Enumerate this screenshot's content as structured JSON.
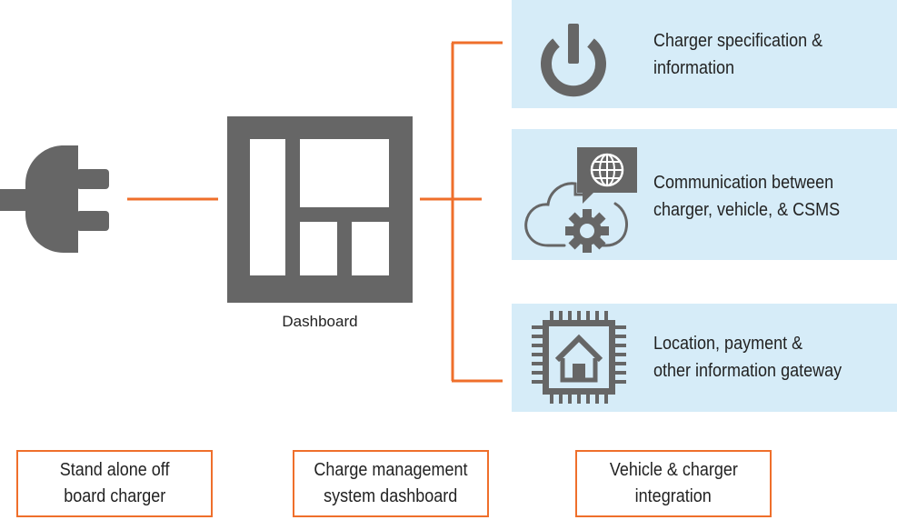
{
  "colors": {
    "accent": "#ef6f2b",
    "icon_gray": "#666666",
    "panel_bg": "#d6ecf8",
    "text": "#222222"
  },
  "dashboard": {
    "label": "Dashboard"
  },
  "features": [
    {
      "line1": "Charger specification &",
      "line2": "information",
      "icon": "power-icon"
    },
    {
      "line1": "Communication between",
      "line2": "charger, vehicle, & CSMS",
      "icon": "cloud-gear-globe-icon"
    },
    {
      "line1": "Location, payment &",
      "line2": "other information gateway",
      "icon": "chip-home-icon"
    }
  ],
  "categories": [
    {
      "line1": "Stand alone off",
      "line2": "board charger"
    },
    {
      "line1": "Charge management",
      "line2": "system dashboard"
    },
    {
      "line1": "Vehicle & charger",
      "line2": "integration"
    }
  ],
  "icons": {
    "left": "plug-icon",
    "center": "dashboard-icon"
  }
}
